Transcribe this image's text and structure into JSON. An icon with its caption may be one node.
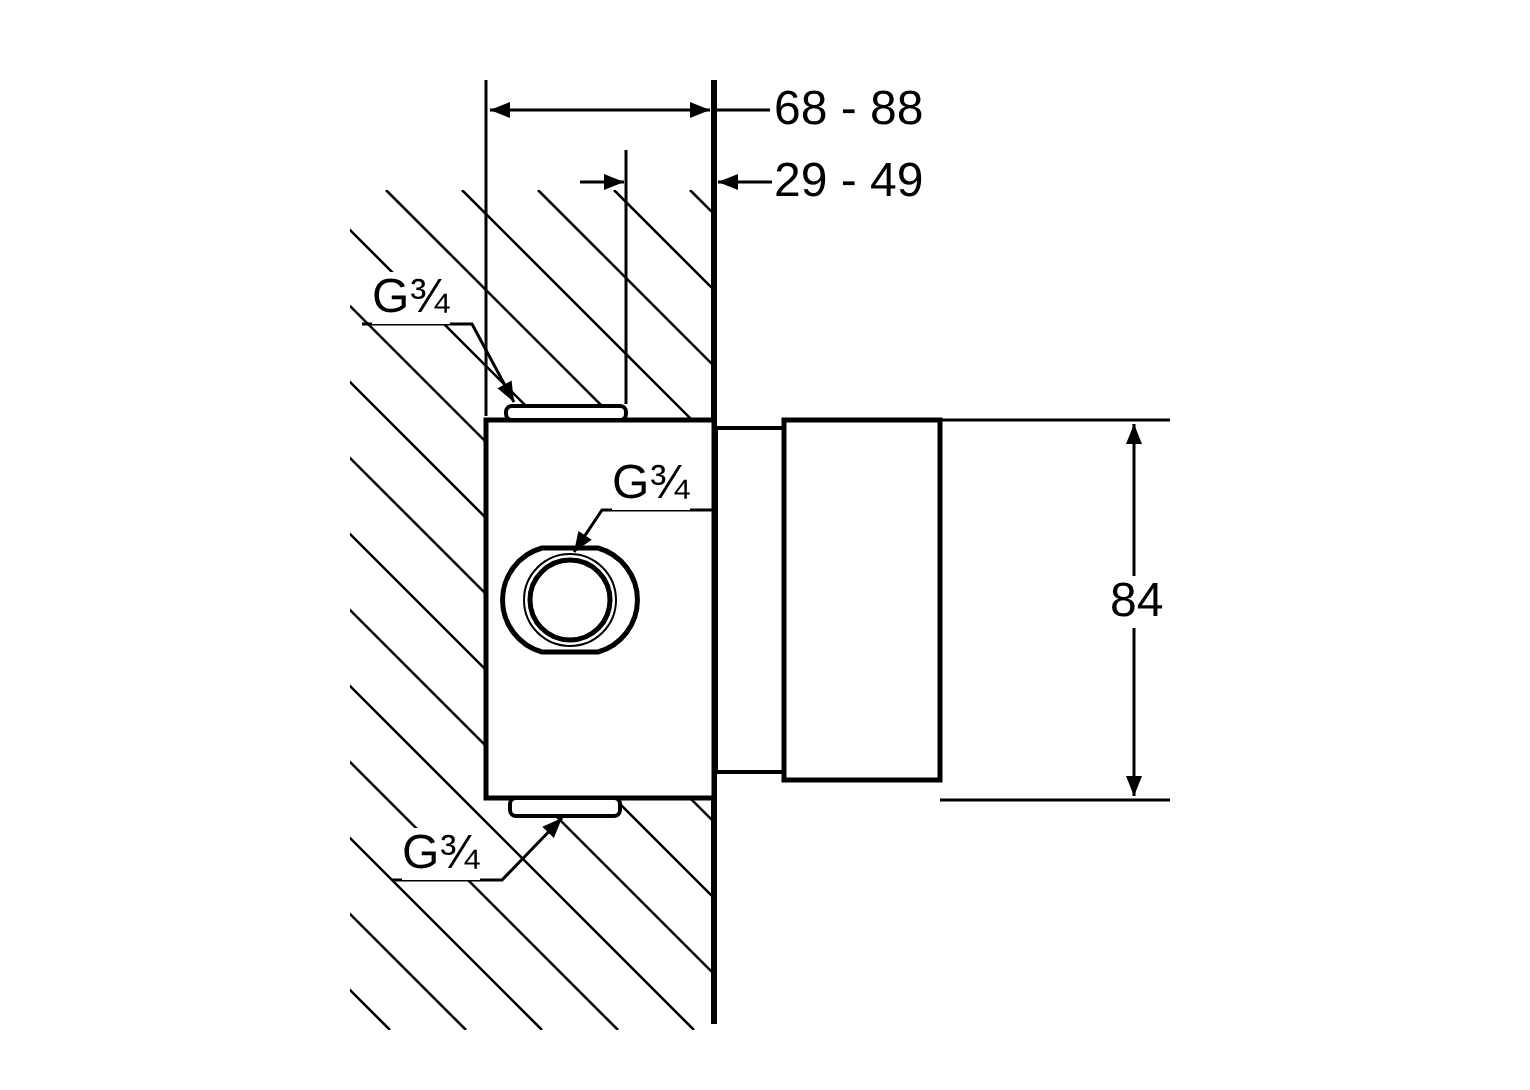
{
  "diagram": {
    "nodes": [
      {
        "text": [
          "G¾"
        ]
      },
      {
        "text": [
          "G¾"
        ]
      },
      {
        "text": [
          "G¾"
        ]
      },
      {
        "text": [],
        "shape": "box"
      },
      {
        "text": [],
        "shape": "circle"
      },
      {
        "text": [],
        "shape": "box"
      }
    ],
    "edges": [
      {
        "from": 0,
        "to": 3,
        "arrow": "to"
      },
      {
        "from": 1,
        "to": 4,
        "arrow": "to"
      },
      {
        "from": 2,
        "to": 5,
        "arrow": "to"
      }
    ],
    "labels": [
      "68 - 88",
      "29 - 49",
      "84"
    ]
  }
}
